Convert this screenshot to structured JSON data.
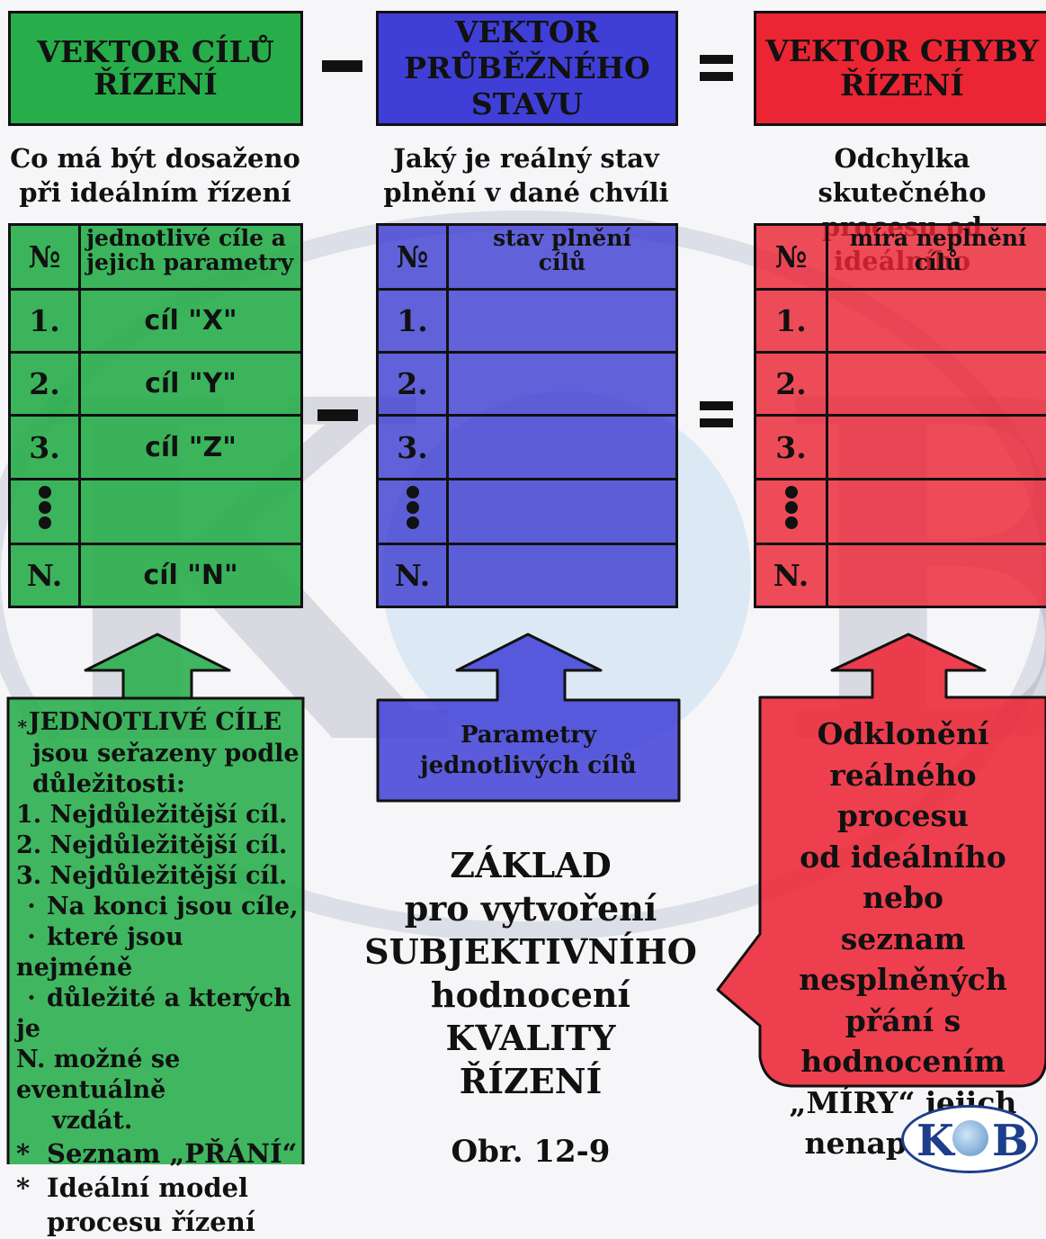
{
  "colors": {
    "green": "#27ad4a",
    "green_table": "#36b55a",
    "blue": "#3f3fd7",
    "blue_table": "#5352cf",
    "red": "#ec2535",
    "red_table": "#ed4452"
  },
  "operators": {
    "minus": "–",
    "equals": "="
  },
  "goals": {
    "title": "VEKTOR CÍLŮ ŘÍZENÍ",
    "subtitle_1": "Co má být dosaženo",
    "subtitle_2": "při ideálním řízení",
    "col_num": "№",
    "col_header_1": "jednotlivé cíle a",
    "col_header_2": "jejich parametry",
    "rows": [
      {
        "num": "1.",
        "value": "cíl \"X\""
      },
      {
        "num": "2.",
        "value": "cíl \"Y\""
      },
      {
        "num": "3.",
        "value": "cíl \"Z\""
      },
      {
        "num": "",
        "value": ""
      },
      {
        "num": "N.",
        "value": "cíl \"N\""
      }
    ],
    "note": {
      "line_1": "JEDNOTLIVÉ CÍLE",
      "line_2": "jsou seřazeny podle",
      "line_3": "důležitosti:",
      "item_1": "1. Nejdůležitější cíl.",
      "item_2": "2. Nejdůležitější cíl.",
      "item_3": "3. Nejdůležitější cíl.",
      "item_4": "Na konci jsou cíle,",
      "item_5": "které jsou nejméně",
      "item_6": "důležité a kterých je",
      "item_7": "N. možné se eventuálně",
      "item_8": "vzdát.",
      "star_1": "Seznam „PŘÁNÍ“",
      "star_2": "Ideální model",
      "star_3": "procesu řízení"
    }
  },
  "state": {
    "title_1": "VEKTOR",
    "title_2": "PRŮBĚŽNÉHO",
    "title_3": "STAVU",
    "subtitle_1": "Jaký je reálný stav",
    "subtitle_2": "plnění v dané chvíli",
    "col_num": "№",
    "col_header_1": "stav plnění",
    "col_header_2": "cílů",
    "rows": [
      "1.",
      "2.",
      "3.",
      "",
      "N."
    ],
    "note_1": "Parametry",
    "note_2": "jednotlivých cílů"
  },
  "error": {
    "title_1": "VEKTOR CHYBY",
    "title_2": "ŘÍZENÍ",
    "subtitle_1": "Odchylka  skutečného",
    "subtitle_2": "procesu od ideálního",
    "col_num": "№",
    "col_header_1": "míra neplnění",
    "col_header_2": "cílů",
    "rows": [
      "1.",
      "2.",
      "3.",
      "",
      "N."
    ],
    "note": [
      "Odklonění",
      "reálného procesu",
      "od ideálního nebo",
      "seznam",
      "nesplněných",
      "přání s",
      "hodnocením",
      "„MÍRY“ jejich",
      "nenaplnění."
    ]
  },
  "center": [
    "ZÁKLAD",
    "pro vytvoření",
    "SUBJEKTIVNÍHO",
    "hodnocení",
    "KVALITY",
    "ŘÍZENÍ"
  ],
  "figure_label": "Obr. 12-9",
  "logo": {
    "text_left": "K",
    "text_right": "B",
    "watermark": "KOB"
  }
}
